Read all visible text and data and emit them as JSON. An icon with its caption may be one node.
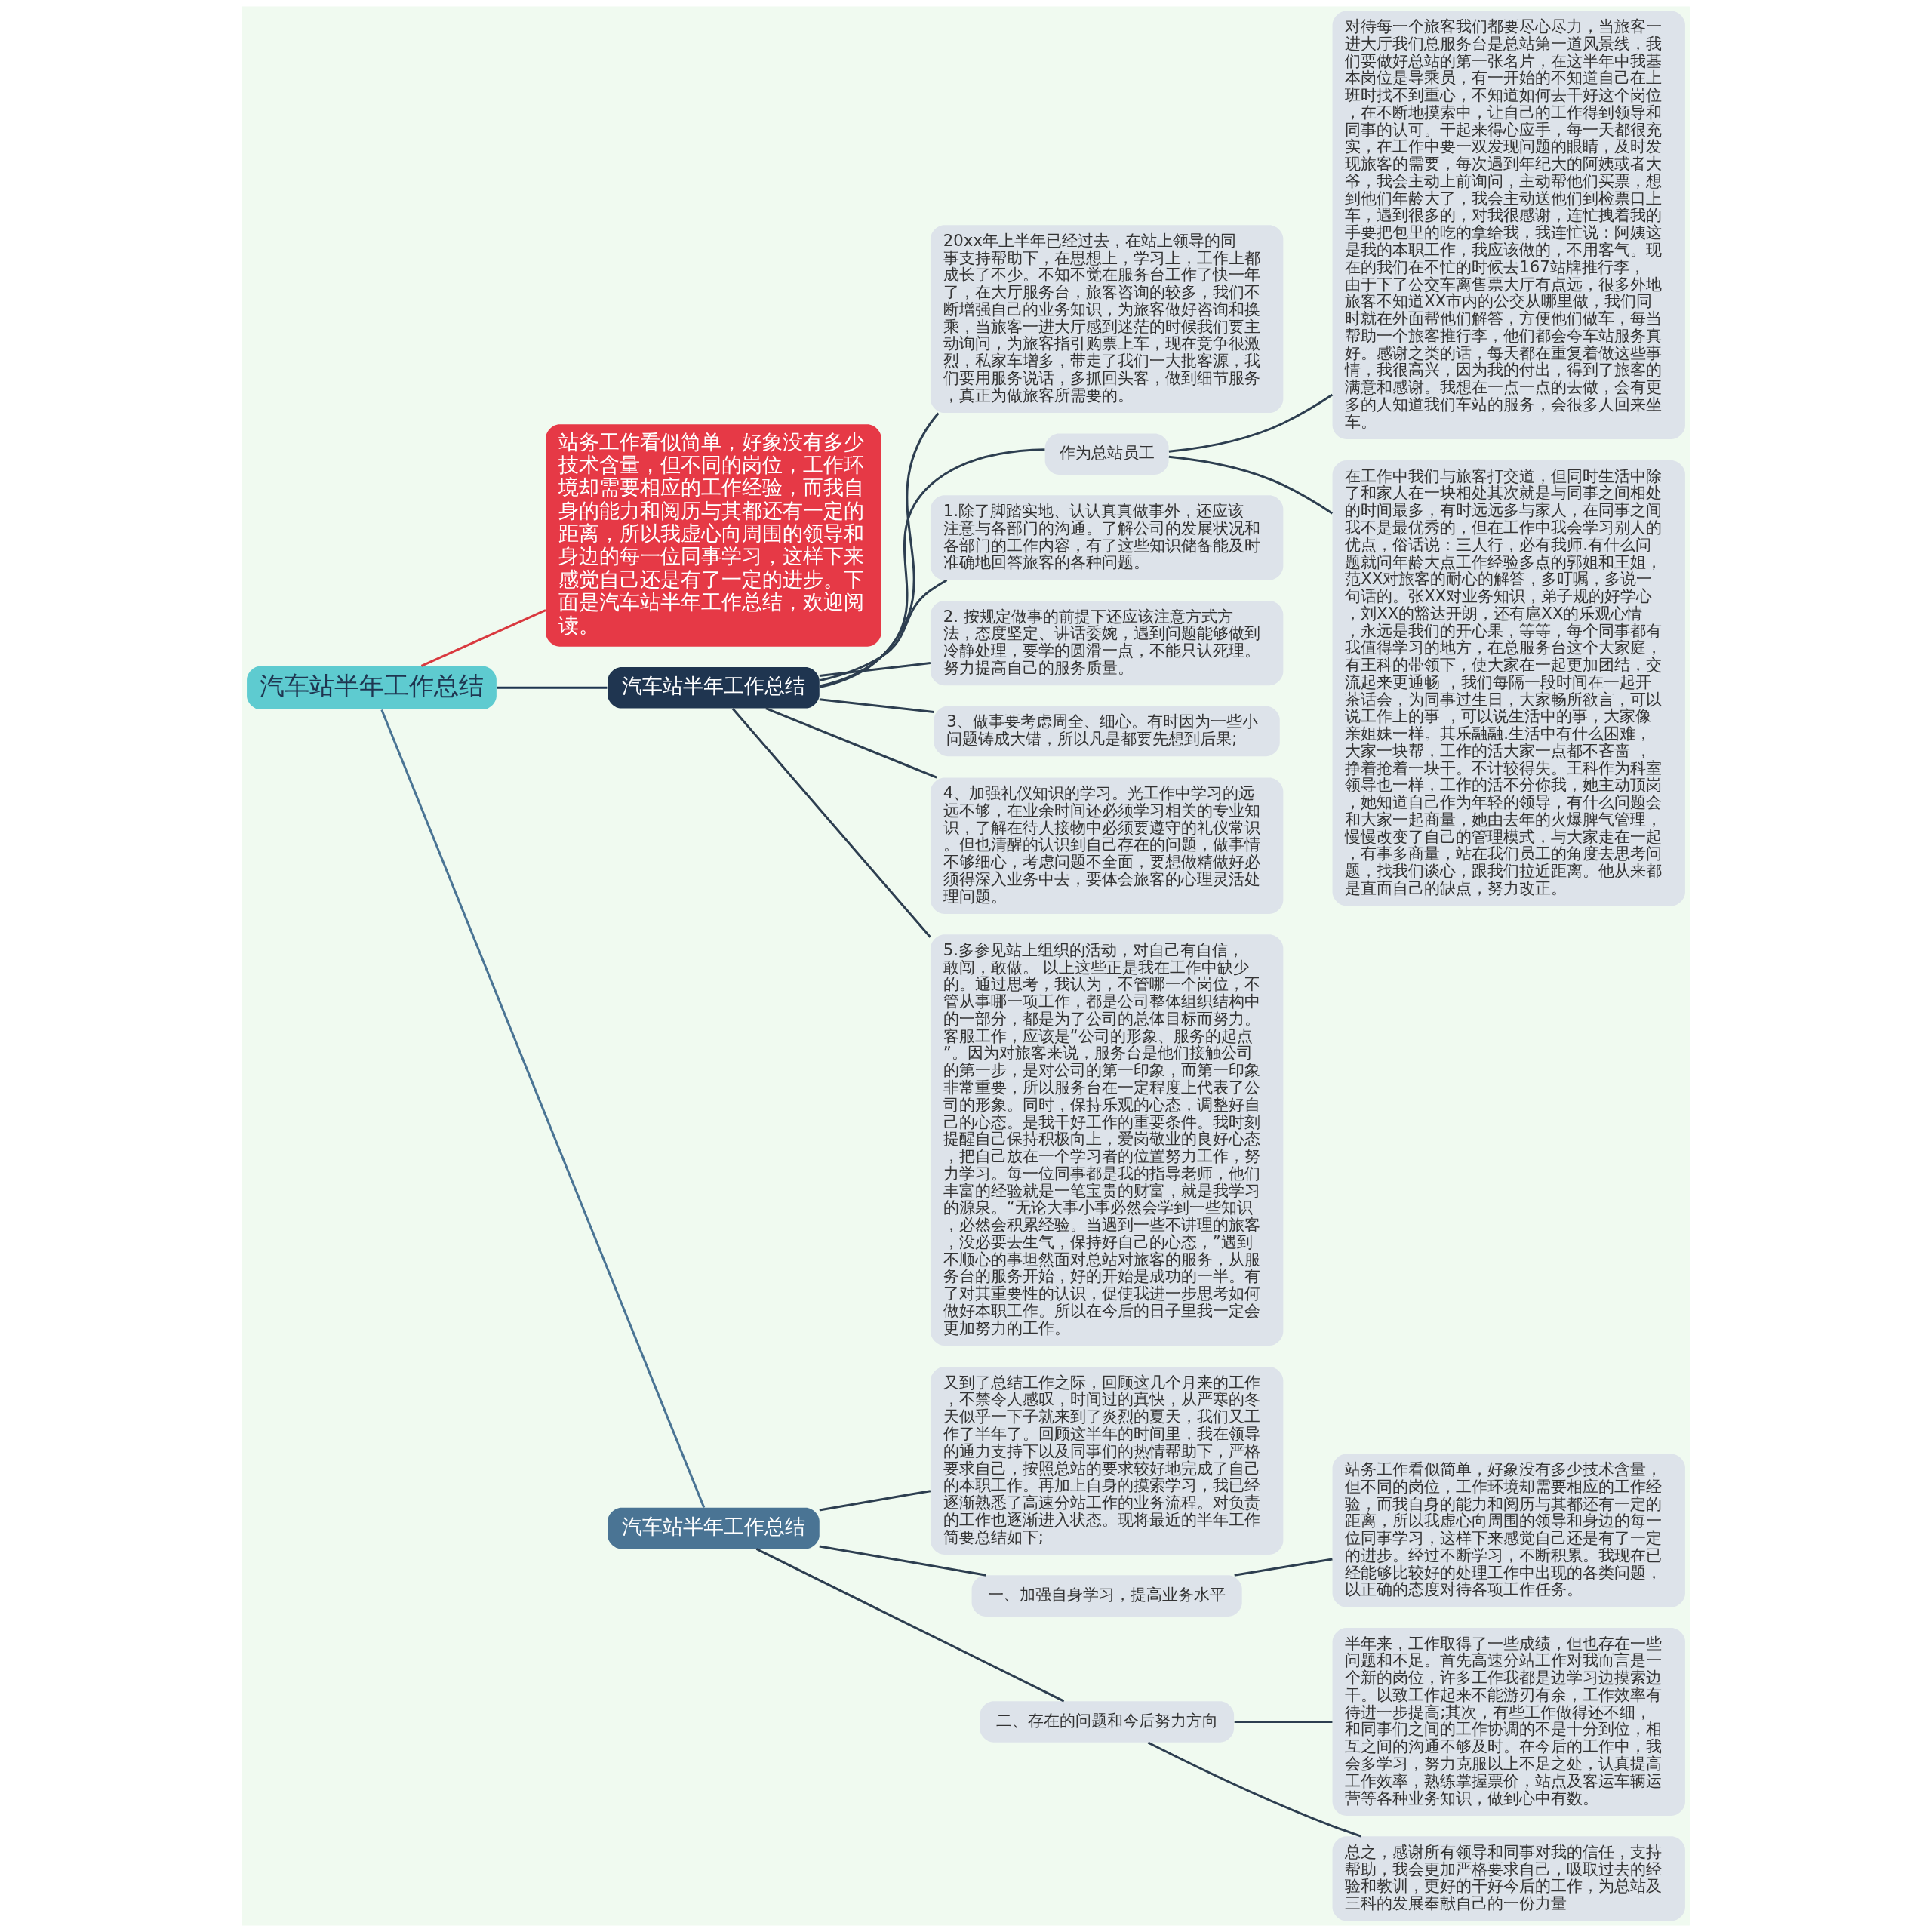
{
  "diagram": {
    "nodes": [
      {
        "text": [
          "汽车站半年工作总结"
        ]
      },
      {
        "text": [
          "站务工作看似简单，好象没有多少技术含量，但不同的岗位，工作环境却需要相应的工作经验，而我自身的能力和阅历与其都还有一定的距离，所以我虚心向周围的领导和身边的每一位同事学习，这样下来感觉自己还是有了一定的进步。下面是汽车站半年工作总结，欢迎阅读。"
        ]
      },
      {
        "text": [
          "汽车站半年工作总结"
        ]
      },
      {
        "text": [
          "20xx年上半年已经过去，在站上领导的同事支持帮助下，在思想上，学习上，工作上都成长了不少。不知不觉在服务台工作了快一年了，在大厅服务台，旅客咨询的较多，我们不断增强自己的业务知识，为旅客做好咨询和换乘，当旅客一进大厅感到迷茫的时候我们要主动询问，为旅客指引购票上车，现在竞争很激烈，私家车增多，带走了我们一大批客源，我们要用服务说话，多抓回头客，做到细节服务，真正为做旅客所需要的。"
        ]
      },
      {
        "text": [
          "作为总站员工"
        ]
      },
      {
        "text": [
          "对待每一个旅客我们都要尽心尽力，当旅客一进大厅我们总服务台是总站第一道风景线，我们要做好总站的第一张名片，在这半年中我基本岗位是导乘员，有一开始的不知道自己在上班时找不到重心，不知道如何去干好这个岗位，在不断地摸索中，让自己的工作得到领导和同事的认可。干起来得心应手，每一天都很充实，在工作中要一双发现问题的眼睛，及时发现旅客的需要，每次遇到年纪大的阿姨或者大爷，我会主动上前询问，主动帮他们买票，想到他们年龄大了，我会主动送他们到检票口上车，遇到很多的，对我很感谢，连忙拽着我的手要把包里的吃的拿给我，我连忙说：阿姨这是我的本职工作，我应该做的，不用客气。现在的我们在不忙的时候去167站牌推行李，由于下了公交车离售票大厅有点远，很多外地旅客不知道XX市内的公交从哪里做，我们同时就在外面帮他们解答，方便他们做车，每当帮助一个旅客推行李，他们都会夸车站服务真好。感谢之类的话，每天都在重复着做这些事情，我很高兴，因为我的付出，得到了旅客的满意和感谢。我想在一点一点的去做，会有更多的人知道我们车站的服务，会很多人回来坐车。"
        ]
      },
      {
        "text": [
          "在工作中我们与旅客打交道，但同时生活中除了和家人在一块相处其次就是与同事之间相处的时间最多，有时远远多与家人，在同事之间我不是最优秀的，但在工作中我会学习别人的优点，俗话说：三人行，必有我师.有什么问题就问年龄大点工作经验多点的郭姐和王姐，范XX对旅客的耐心的解答，多叮嘱，多说一句话的。张XX对业务知识，弟子规的好学心，刘XX的豁达开朗，还有扈XX的乐观心情，永远是我们的开心果，等等，每个同事都有我值得学习的地方，在总服务台这个大家庭，有王科的带领下，使大家在一起更加团结，交流起来更通畅 ，我们每隔一段时间在一起开茶话会，为同事过生日，大家畅所欲言，可以说工作上的事 ，可以说生活中的事，大家像亲姐妹一样。其乐融融.生活中有什么困难，大家一块帮，工作的活大家一点都不吝啬 ，挣着抢着一块干。不计较得失。王科作为科室领导也一样，工作的活不分你我，她主动顶岗，她知道自己作为年轻的领导，有什么问题会和大家一起商量，她由去年的火爆脾气管理，慢慢改变了自己的管理模式，与大家走在一起，有事多商量，站在我们员工的角度去思考问题，找我们谈心，跟我们拉近距离。他从来都是直面自己的缺点，努力改正。"
        ]
      },
      {
        "text": [
          "1.除了脚踏实地、认认真真做事外，还应该注意与各部门的沟通。了解公司的发展状况和各部门的工作内容，有了这些知识储备能及时准确地回答旅客的各种问题。"
        ]
      },
      {
        "text": [
          "2. 按规定做事的前提下还应该注意方式方法，态度坚定、讲话委婉，遇到问题能够做到冷静处理，要学的圆滑一点，不能只认死理。努力提高自己的服务质量。"
        ]
      },
      {
        "text": [
          "3、做事要考虑周全、细心。有时因为一些小问题铸成大错，所以凡是都要先想到后果;"
        ]
      },
      {
        "text": [
          "4、加强礼仪知识的学习。光工作中学习的远远不够，在业余时间还必须学习相关的专业知识，了解在待人接物中必须要遵守的礼仪常识。但也清醒的认识到自己存在的问题，做事情不够细心，考虑问题不全面，要想做精做好必须得深入业务中去，要体会旅客的心理灵活处理问题。"
        ]
      },
      {
        "text": [
          "5.多参见站上组织的活动，对自己有自信，敢闯，敢做。 以上这些正是我在工作中缺少的。通过思考，我认为，不管哪一个岗位，不管从事哪一项工作，都是公司整体组织结构中的一部分，都是为了公司的总体目标而努力。客服工作，应该是“公司的形象、服务的起点”。因为对旅客来说，服务台是他们接触公司的第一步，是对公司的第一印象，而第一印象非常重要，所以服务台在一定程度上代表了公司的形象。同时，保持乐观的心态，调整好自己的心态。是我干好工作的重要条件。我时刻提醒自己保持积极向上，爱岗敬业的良好心态，把自己放在一个学习者的位置努力工作，努力学习。每一位同事都是我的指导老师，他们丰富的经验就是一笔宝贵的财富，就是我学习的源泉。“无论大事小事必然会学到一些知识，必然会积累经验。当遇到一些不讲理的旅客，没必要去生气，保持好自己的心态，”遇到不顺心的事坦然面对总站对旅客的服务，从服务台的服务开始，好的开始是成功的一半。有了对其重要性的认识，促使我进一步思考如何做好本职工作。所以在今后的日子里我一定会更加努力的工作。"
        ]
      },
      {
        "text": [
          "汽车站半年工作总结"
        ]
      },
      {
        "text": [
          "又到了总结工作之际，回顾这几个月来的工作，不禁令人感叹，时间过的真快，从严寒的冬天似乎一下子就来到了炎烈的夏天，我们又工作了半年了。回顾这半年的时间里，我在领导的通力支持下以及同事们的热情帮助下，严格要求自己，按照总站的要求较好地完成了自己的本职工作。再加上自身的摸索学习，我已经逐渐熟悉了高速分站工作的业务流程。对负责的工作也逐渐进入状态。现将最近的半年工作简要总结如下;"
        ]
      },
      {
        "text": [
          "一、加强自身学习，提高业务水平"
        ]
      },
      {
        "text": [
          "站务工作看似简单，好象没有多少技术含量，但不同的岗位，工作环境却需要相应的工作经验，而我自身的能力和阅历与其都还有一定的距离，所以我虚心向周围的领导和身边的每一位同事学习，这样下来感觉自己还是有了一定的进步。经过不断学习，不断积累。我现在已经能够比较好的处理工作中出现的各类问题，以正确的态度对待各项工作任务。"
        ]
      },
      {
        "text": [
          "二、存在的问题和今后努力方向"
        ]
      },
      {
        "text": [
          "半年来，工作取得了一些成绩，但也存在一些问题和不足。首先高速分站工作对我而言是一个新的岗位，许多工作我都是边学习边摸索边干。以致工作起来不能游刃有余，工作效率有待进一步提高;其次，有些工作做得还不细，和同事们之间的工作协调的不是十分到位，相互之间的沟通不够及时。在今后的工作中，我会多学习，努力克服以上不足之处，认真提高工作效率，熟练掌握票价，站点及客运车辆运营等各种业务知识，做到心中有数。"
        ]
      },
      {
        "text": [
          "总之，感谢所有领导和同事对我的信任，支持帮助，我会更加严格要求自己，吸取过去的经验和教训，更好的干好今后的工作，为总站及三科的发展奉献自己的一份力量"
        ]
      }
    ],
    "edges": [
      {
        "from": 0,
        "to": 1,
        "arrow": "none",
        "color": "#d9393f"
      },
      {
        "from": 0,
        "to": 2,
        "arrow": "none",
        "color": "#1f3550"
      },
      {
        "from": 2,
        "to": 3,
        "arrow": "none"
      },
      {
        "from": 2,
        "to": 4,
        "arrow": "none"
      },
      {
        "from": 4,
        "to": 5,
        "arrow": "none"
      },
      {
        "from": 4,
        "to": 6,
        "arrow": "none"
      },
      {
        "from": 2,
        "to": 7,
        "arrow": "none"
      },
      {
        "from": 2,
        "to": 8,
        "arrow": "none"
      },
      {
        "from": 2,
        "to": 9,
        "arrow": "none"
      },
      {
        "from": 2,
        "to": 10,
        "arrow": "none"
      },
      {
        "from": 2,
        "to": 11,
        "arrow": "none"
      },
      {
        "from": 0,
        "to": 12,
        "arrow": "none",
        "color": "#4a7494"
      },
      {
        "from": 12,
        "to": 13,
        "arrow": "none"
      },
      {
        "from": 12,
        "to": 14,
        "arrow": "none"
      },
      {
        "from": 14,
        "to": 15,
        "arrow": "none"
      },
      {
        "from": 12,
        "to": 16,
        "arrow": "none"
      },
      {
        "from": 16,
        "to": 17,
        "arrow": "none"
      },
      {
        "from": 16,
        "to": 18,
        "arrow": "none"
      }
    ]
  }
}
